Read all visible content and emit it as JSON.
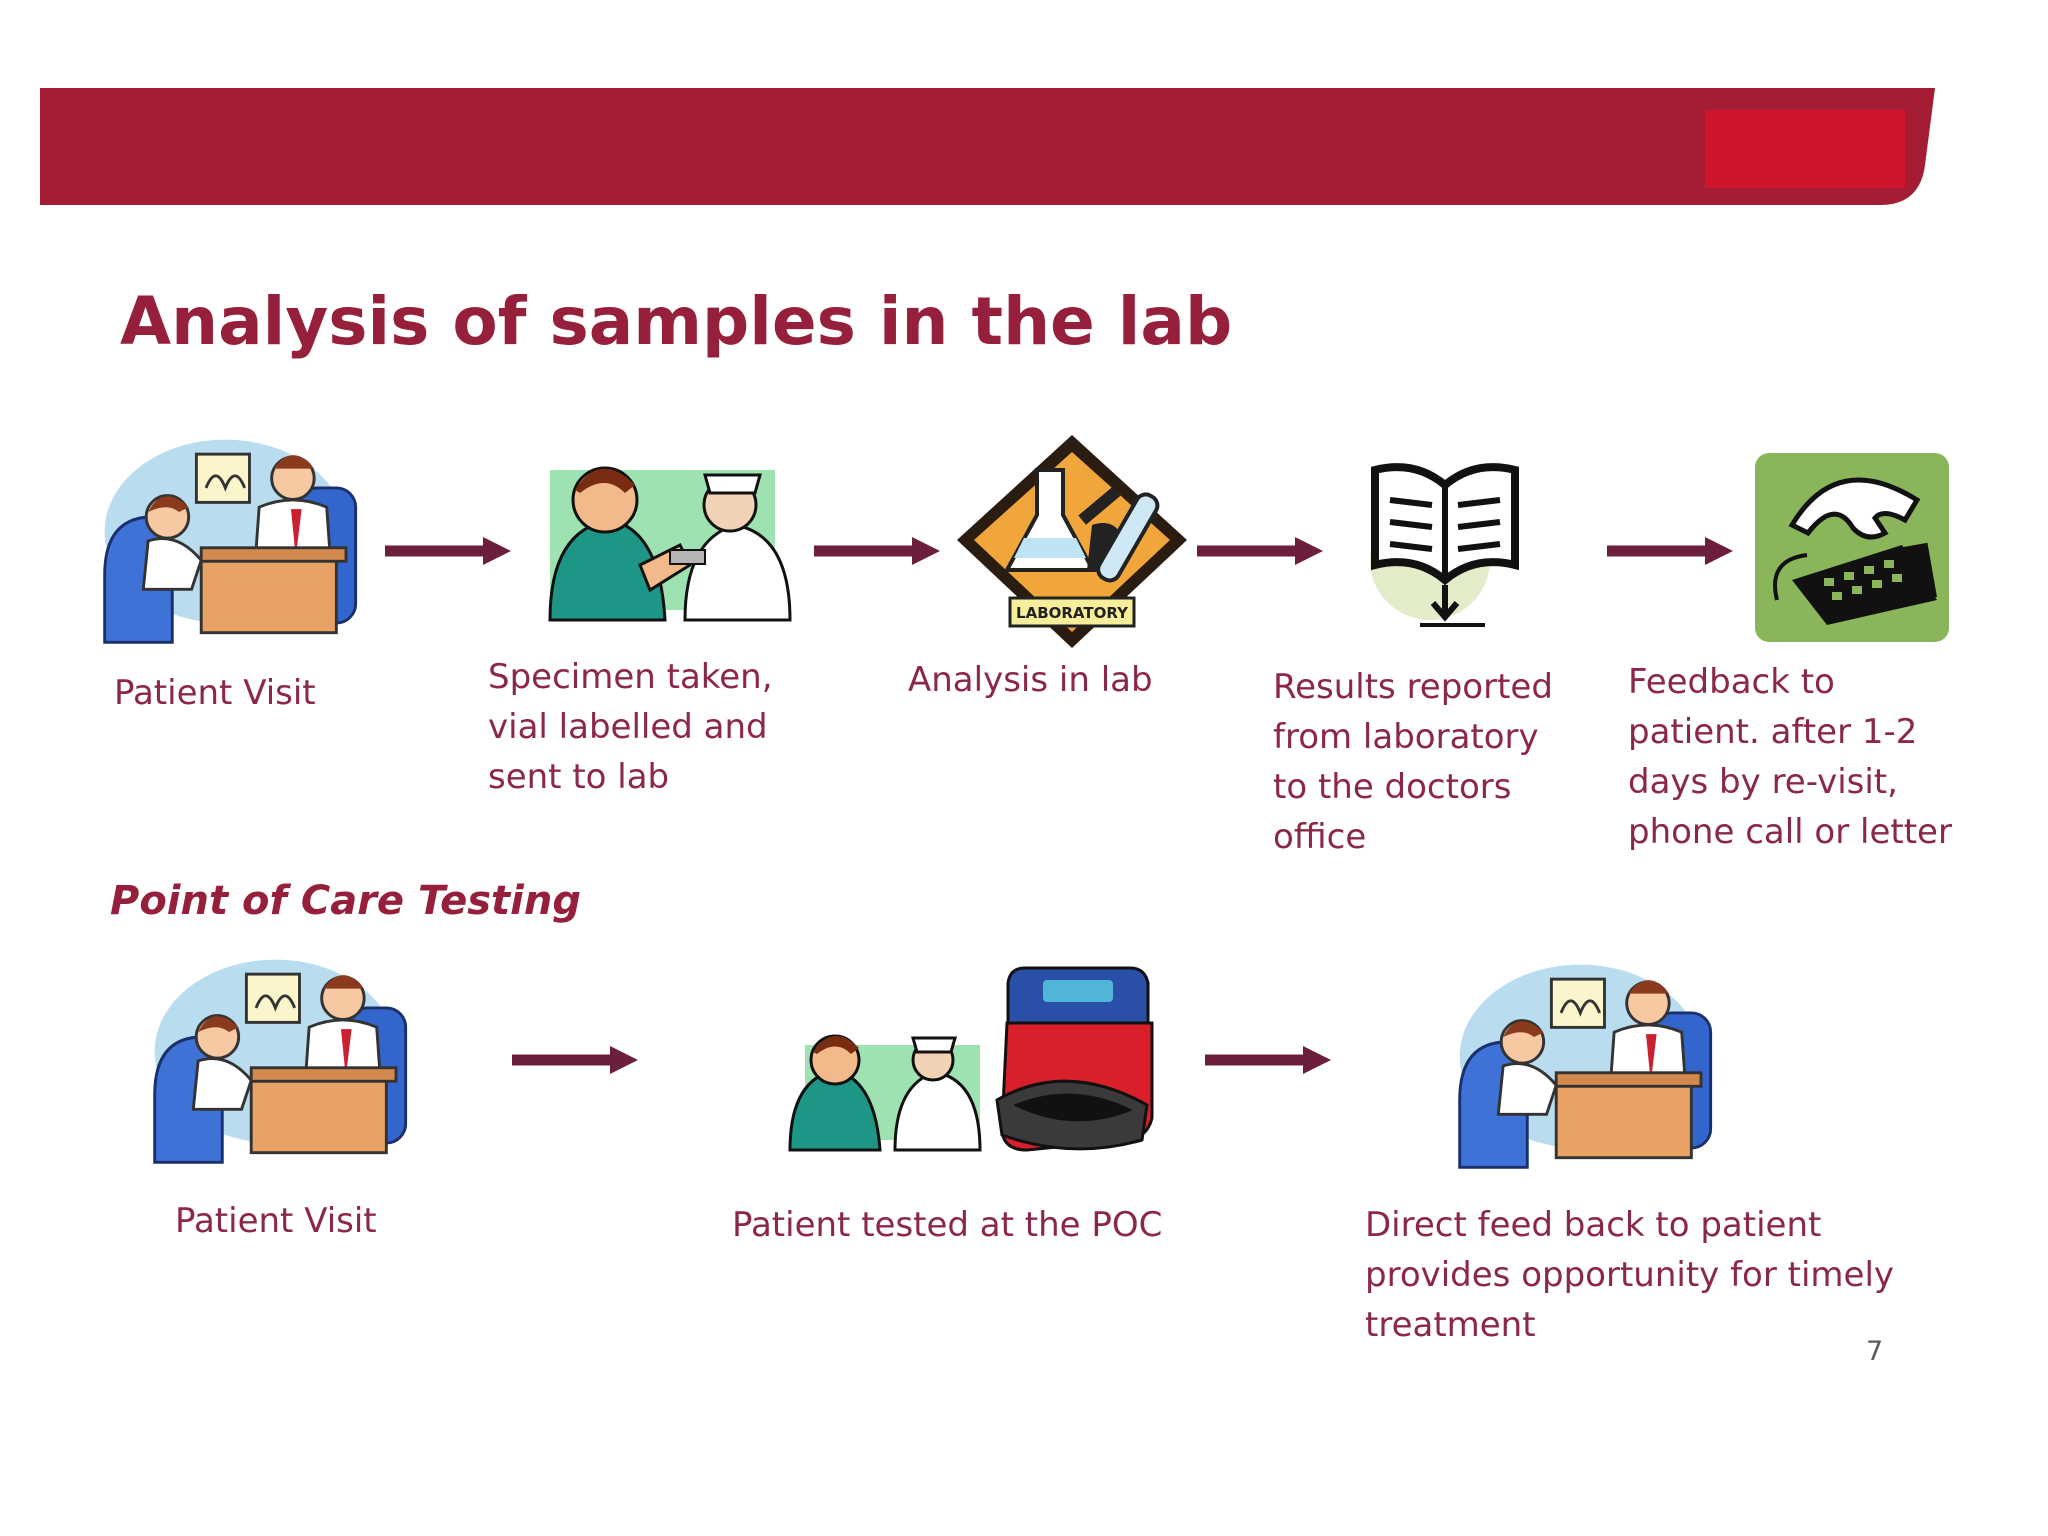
{
  "colors": {
    "banner": "#a51c35",
    "title": "#96203c",
    "caption": "#8b2846",
    "arrow": "#6b1f3c"
  },
  "slide": {
    "title": "Analysis of samples in the lab",
    "page_number": "7"
  },
  "lab_flow": {
    "steps": [
      {
        "icon": "doctor-visit-icon",
        "caption": "Patient Visit"
      },
      {
        "icon": "specimen-collection-icon",
        "caption": "Specimen taken,\nvial labelled  and\nsent  to lab"
      },
      {
        "icon": "laboratory-icon",
        "caption": "Analysis in lab",
        "badge": "LABORATORY"
      },
      {
        "icon": "report-book-icon",
        "caption": "Results reported\nfrom laboratory\nto the doctors\noffice"
      },
      {
        "icon": "telephone-icon",
        "caption": "Feedback to\npatient. after 1-2\ndays by re-visit,\nphone call or letter"
      }
    ]
  },
  "poc_flow": {
    "title": "Point of Care Testing",
    "steps": [
      {
        "icon": "doctor-visit-icon",
        "caption": "Patient Visit"
      },
      {
        "icon": "poc-testing-icon",
        "caption": "Patient tested at the POC"
      },
      {
        "icon": "doctor-visit-icon",
        "caption": "Direct feed back to patient\nprovides opportunity for timely\ntreatment"
      }
    ]
  }
}
